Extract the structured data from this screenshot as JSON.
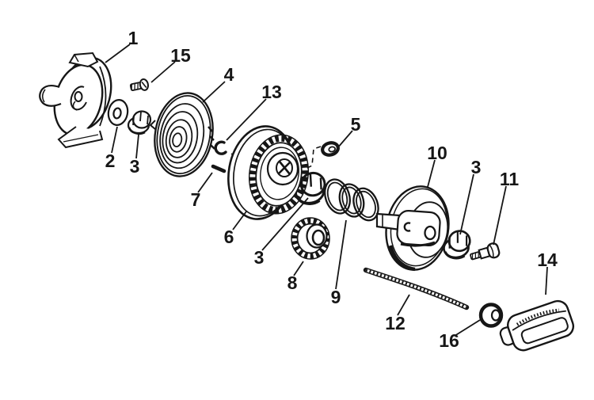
{
  "figure": {
    "type": "exploded-parts-diagram",
    "background_color": "#ffffff",
    "line_color": "#161616"
  },
  "callouts": [
    {
      "label": "1",
      "part": "housing-cup"
    },
    {
      "label": "15",
      "part": "pan-head-screw"
    },
    {
      "label": "2",
      "part": "flat-washer"
    },
    {
      "label": "3",
      "part": "flanged-nut"
    },
    {
      "label": "4",
      "part": "spiral-spring"
    },
    {
      "label": "13",
      "part": "c-clip"
    },
    {
      "label": "7",
      "part": "dowel-pin"
    },
    {
      "label": "6",
      "part": "toothed-pulley"
    },
    {
      "label": "3",
      "part": "flanged-nut"
    },
    {
      "label": "5",
      "part": "small-bushing"
    },
    {
      "label": "8",
      "part": "bevel-gear"
    },
    {
      "label": "9",
      "part": "ring-set"
    },
    {
      "label": "10",
      "part": "hub-disc"
    },
    {
      "label": "3",
      "part": "flanged-nut"
    },
    {
      "label": "11",
      "part": "shoulder-screw"
    },
    {
      "label": "14",
      "part": "handle-grip"
    },
    {
      "label": "12",
      "part": "rope"
    },
    {
      "label": "16",
      "part": "rope-bushing"
    }
  ]
}
